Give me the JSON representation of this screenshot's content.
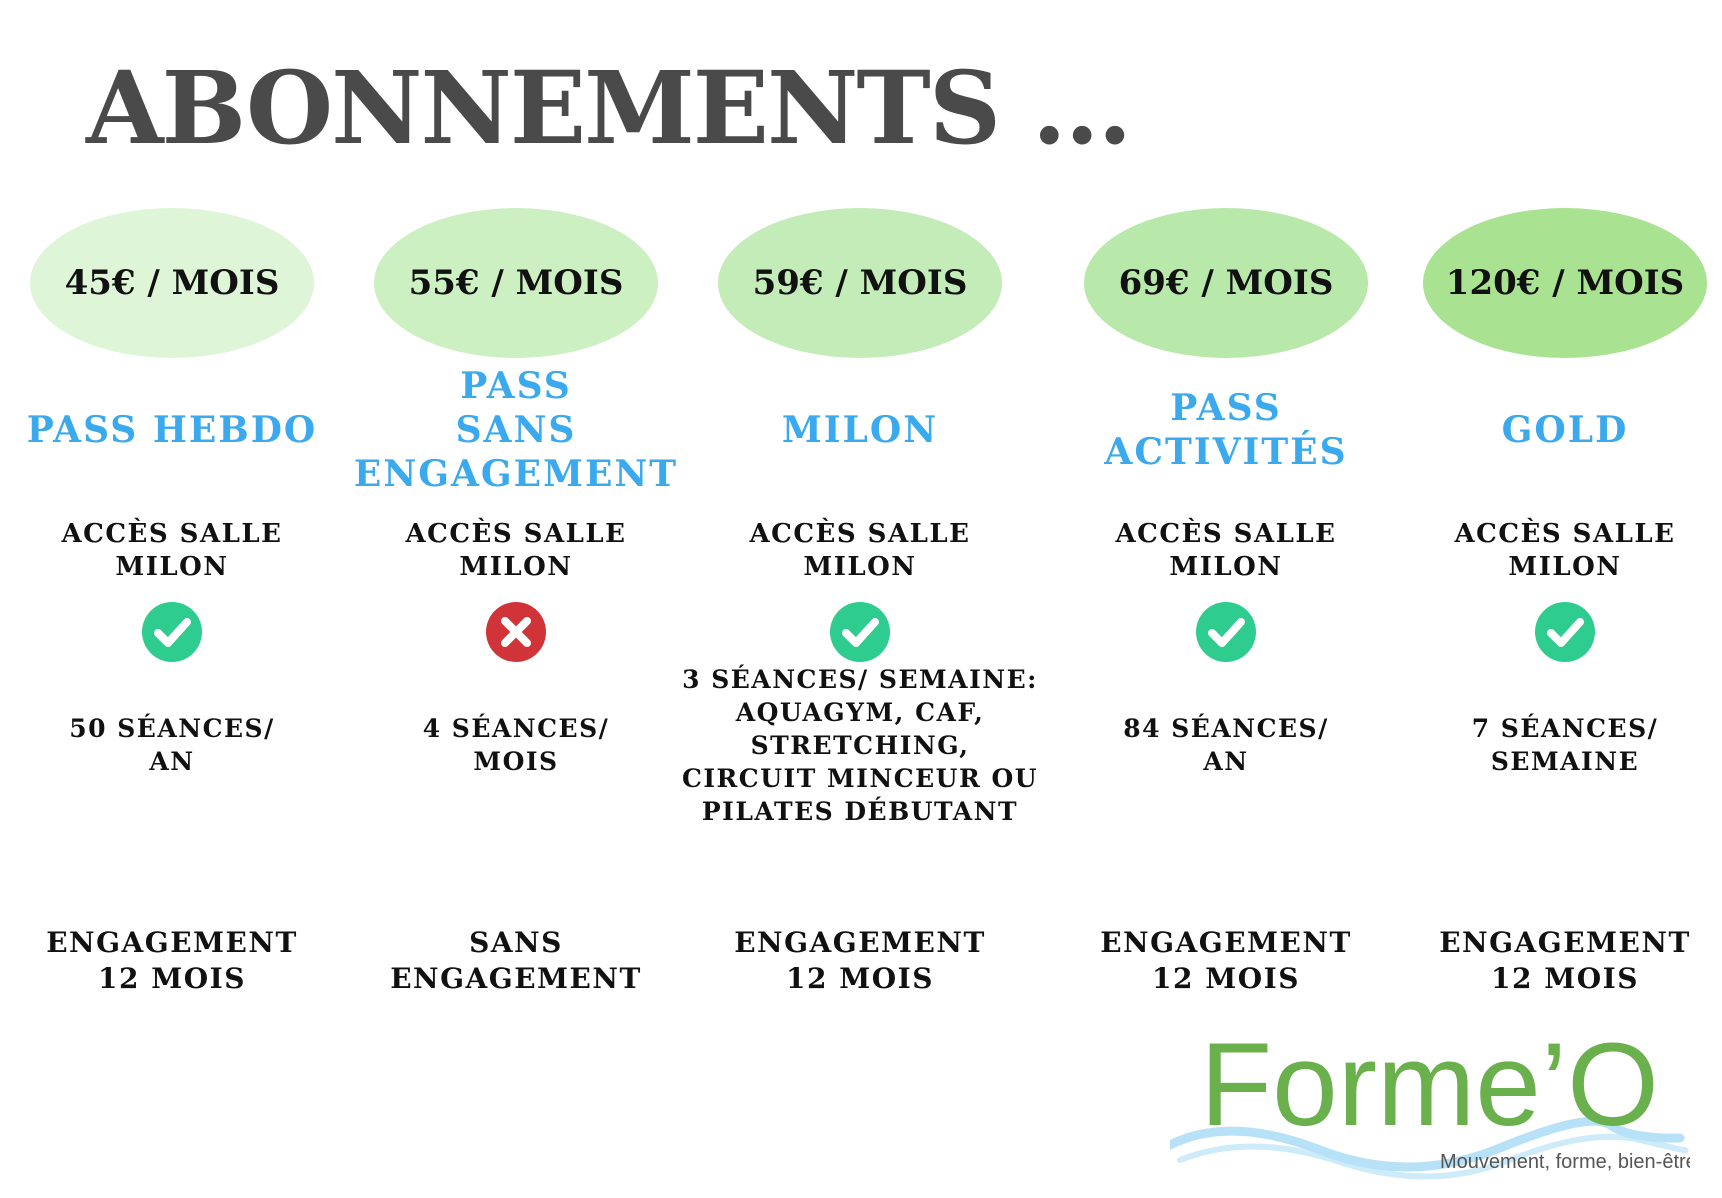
{
  "title": "ABONNEMENTS ...",
  "colors": {
    "plan_name": "#3aa9ee",
    "check": "#2ecc8f",
    "cross": "#d13438",
    "logo_green": "#6ab04c",
    "logo_blue": "#2f7fd0",
    "wave_blue": "#7cc8f0",
    "price_bubbles": [
      "#dff5d8",
      "#cdf0c3",
      "#c3ecb8",
      "#b8e8aa",
      "#a9e290"
    ]
  },
  "plans": [
    {
      "price": "45€ / MOIS",
      "name": "PASS HEBDO",
      "access": "ACCÈS SALLE\nMILON",
      "access_icon": "check-circle-icon",
      "sessions": "50 SÉANCES/\nAN",
      "engagement": "ENGAGEMENT\n12 MOIS"
    },
    {
      "price": "55€ / MOIS",
      "name": "PASS\nSANS\nENGAGEMENT",
      "access": "ACCÈS SALLE\nMILON",
      "access_icon": "cross-circle-icon",
      "sessions": "4 SÉANCES/\nMOIS",
      "engagement": "SANS\nENGAGEMENT"
    },
    {
      "price": "59€ / MOIS",
      "name": "MILON",
      "access": "ACCÈS SALLE\nMILON",
      "access_icon": "check-circle-icon",
      "sessions": "3 SÉANCES/ SEMAINE:\nAQUAGYM, CAF, STRETCHING,\nCIRCUIT MINCEUR OU\nPILATES DÉBUTANT",
      "engagement": "ENGAGEMENT\n12 MOIS"
    },
    {
      "price": "69€ / MOIS",
      "name": "PASS\nACTIVITÉS",
      "access": "ACCÈS SALLE\nMILON",
      "access_icon": "check-circle-icon",
      "sessions": "84 SÉANCES/\nAN",
      "engagement": "ENGAGEMENT\n12 MOIS"
    },
    {
      "price": "120€ / MOIS",
      "name": "GOLD",
      "access": "ACCÈS SALLE\nMILON",
      "access_icon": "check-circle-icon",
      "sessions": "7 SÉANCES/\nSEMAINE",
      "engagement": "ENGAGEMENT\n12 MOIS"
    }
  ],
  "logo": {
    "name": "Forme’O",
    "tagline": "Mouvement, forme, bien-être..."
  }
}
